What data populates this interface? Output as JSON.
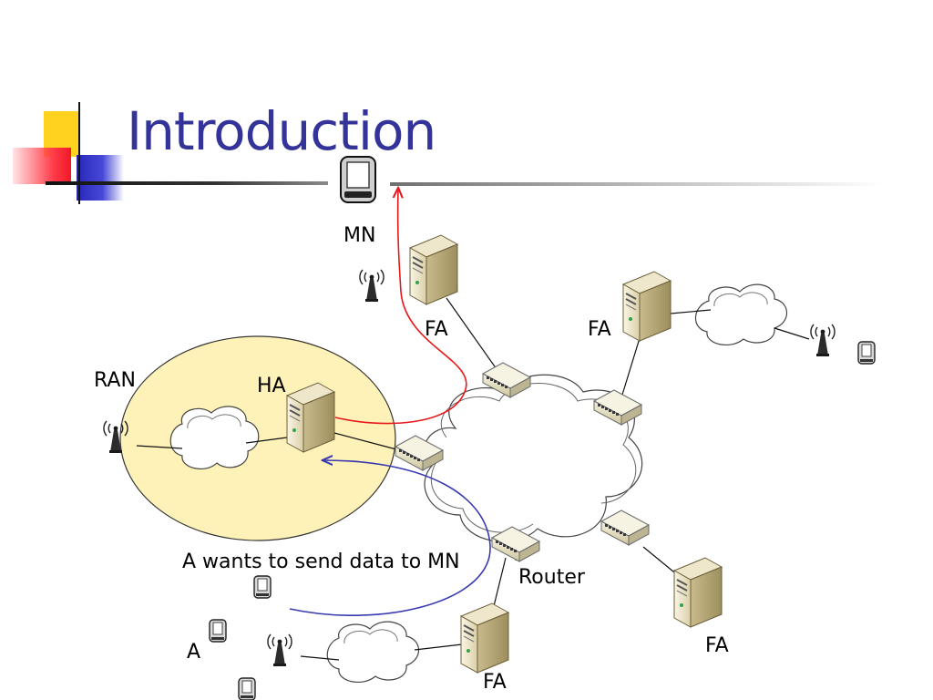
{
  "slide": {
    "title": "Introduction"
  },
  "labels": {
    "mn": "MN",
    "fa_top": "FA",
    "fa_right": "FA",
    "ran": "RAN",
    "ha": "HA",
    "caption": "A wants to send data to MN",
    "router": "Router",
    "a": "A",
    "fa_bottom_right": "FA",
    "fa_bottom": "FA"
  },
  "colors": {
    "title": "#333399",
    "home_network": "#FFF2B8",
    "arrow_red": "#E8181A",
    "arrow_blue": "#3A3AB0"
  }
}
